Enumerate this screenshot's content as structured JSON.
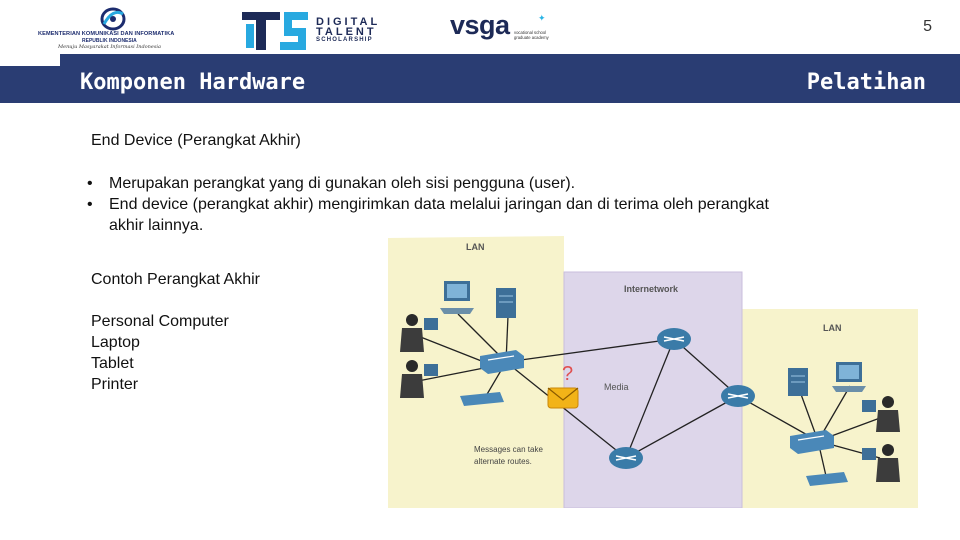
{
  "header": {
    "kominfo_logo": {
      "line1": "KEMENTERIAN KOMUNIKASI DAN INFORMATIKA",
      "line2": "REPUBLIK INDONESIA",
      "motto": "Menuju Masyarakat Informasi Indonesia"
    },
    "dts_logo": {
      "line1": "DIGITAL",
      "line2": "TALENT",
      "line3": "SCHOLARSHIP"
    },
    "vsga_logo": {
      "word": "vsga",
      "tagline": "vocational school graduate academy"
    },
    "page_number": "5"
  },
  "title_bar": {
    "left": "Komponen Hardware",
    "right": "Pelatihan",
    "color": "#2a3d73"
  },
  "content": {
    "heading_part1": "End Device",
    "heading_part2": " (Perangkat Akhir)",
    "bullets": [
      "Merupakan perangkat yang di gunakan oleh sisi pengguna (user).",
      "End device (perangkat akhir) mengirimkan data melalui jaringan dan di terima oleh perangkat akhir lainnya."
    ],
    "examples_title": "Contoh Perangkat Akhir",
    "examples": [
      "Personal Computer",
      "Laptop",
      "Tablet",
      "Printer"
    ]
  },
  "diagram": {
    "lan_left": "LAN",
    "internetwork": "Internetwork",
    "lan_right": "LAN",
    "media": "Media",
    "messages_line1": "Messages can take",
    "messages_line2": "alternate routes.",
    "question_mark": "?"
  }
}
